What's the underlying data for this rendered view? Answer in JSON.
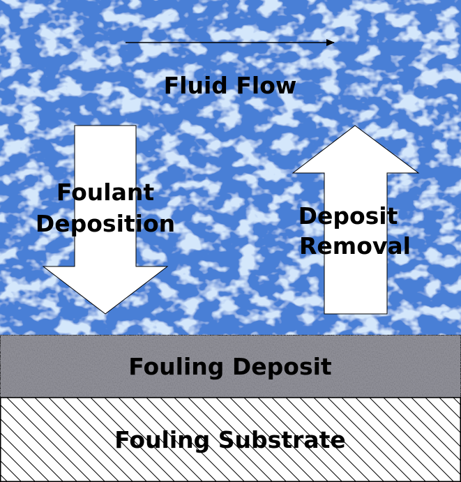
{
  "labels": {
    "fluid_flow": "Fluid Flow",
    "foulant_deposition": [
      "Foulant",
      "Deposition"
    ],
    "deposit_removal": [
      "Deposit",
      "Removal"
    ],
    "fouling_deposit": "Fouling Deposit",
    "fouling_substrate": "Fouling Substrate"
  },
  "colors": {
    "fluid": "#4a7fd6",
    "fluid_highlight": "#a9c8f2",
    "deposit": "#8e8e96",
    "deposit_dark": "#3e3e46",
    "substrate": "#ffffff",
    "arrow_fill": "#ffffff",
    "outline": "#000000"
  }
}
